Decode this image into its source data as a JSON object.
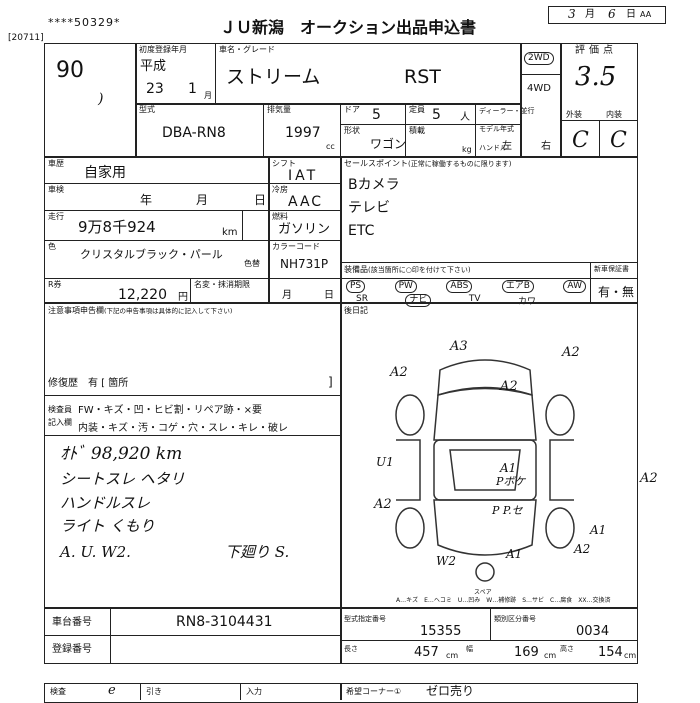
{
  "header": {
    "top_code": "****50329*",
    "title": "ＪＵ新潟　オークション出品申込書",
    "date_month": "3",
    "date_day": "6",
    "month_unit": "月",
    "day_unit": "日",
    "date_suffix": "AA",
    "form_code": "[20711]"
  },
  "lot": {
    "number": "90",
    "mark": ")"
  },
  "first_reg": {
    "label": "初度登録年月",
    "era": "平成",
    "year": "23",
    "month": "1",
    "month_unit": "月"
  },
  "car": {
    "name_label": "車名・グレード",
    "name": "ストリーム",
    "grade": "RST"
  },
  "drive": {
    "opt1": "2WD",
    "opt2": "4WD"
  },
  "score": {
    "label": "評価点",
    "value": "3.5",
    "ext_label": "外装",
    "int_label": "内装",
    "ext": "C",
    "int": "C"
  },
  "model": {
    "label": "型式",
    "value": "DBA-RN8"
  },
  "displacement": {
    "label": "排気量",
    "value": "1997",
    "unit": "cc"
  },
  "doors": {
    "label": "ドア",
    "value": "5"
  },
  "capacity": {
    "label": "定員",
    "value": "5",
    "unit": "人"
  },
  "dealer": {
    "label": "ディーラー・並行",
    "model_year_label": "モデル年式",
    "handle_label": "ハンドル",
    "handle_left": "左",
    "handle_right": "右"
  },
  "shape": {
    "label": "形状",
    "value": "ワゴン"
  },
  "weight": {
    "label": "積載",
    "unit": "kg"
  },
  "history": {
    "label": "車歴",
    "value": "自家用"
  },
  "shift": {
    "label": "シフト",
    "value": "IAT"
  },
  "inspection": {
    "label": "車検",
    "year_unit": "年",
    "month_unit": "月",
    "day_unit": "日"
  },
  "aircon": {
    "label": "冷房",
    "value": "AAC"
  },
  "mileage": {
    "label": "走行",
    "value": "9万8千924",
    "unit": "km"
  },
  "fuel": {
    "label": "燃料",
    "value": "ガソリン"
  },
  "color": {
    "label": "色",
    "value": "クリスタルブラック・パール",
    "paint_label": "色替",
    "code_label": "カラーコード",
    "code": "NH731P"
  },
  "sales_point": {
    "label": "セールスポイント",
    "note": "(正常に稼働するものに限ります)",
    "lines": [
      "Bカメラ",
      "テレビ",
      "ETC"
    ]
  },
  "rtax": {
    "label": "R券",
    "value": "12,220",
    "unit": "円"
  },
  "name_change": {
    "label": "名変・抹消期限",
    "month": "月",
    "day": "日"
  },
  "equipment": {
    "label": "装備品",
    "note": "(該当箇所に○印を付けて下さい)",
    "items": [
      "PS",
      "PW",
      "ABS",
      "エアB",
      "AW",
      "SR",
      "ナビ",
      "TV",
      "カワ"
    ]
  },
  "new_warranty": {
    "label": "新車保証書",
    "yes": "有",
    "no": "無"
  },
  "notes_field": {
    "label": "注意事項申告欄",
    "note": "(下記の申告事項は具体的に記入して下さい)"
  },
  "rear_seat": {
    "label": "後日記"
  },
  "repair": {
    "label": "修復歴",
    "value": "有",
    "count_label": "箇所"
  },
  "check_rows": [
    {
      "label": "FW",
      "items": [
        "キズ",
        "凹",
        "ヒビ割",
        "リペア跡",
        "×要"
      ]
    },
    {
      "label": "内装",
      "items": [
        "キズ",
        "汚",
        "コゲ",
        "穴",
        "スレ",
        "キレ",
        "破レ"
      ]
    }
  ],
  "checker": {
    "label1": "検査員",
    "label2": "記入欄"
  },
  "handwritten": [
    "ｵﾄﾞ 98,920 km",
    "シートスレ ヘタリ",
    "ハンドルスレ",
    "ライト くもり",
    "A. U. W2.",
    "下廻り S."
  ],
  "diagram_marks": [
    "A3",
    "A2",
    "A2",
    "A2",
    "A2",
    "U1",
    "A1",
    "Pボケ",
    "A2",
    "P P.セ",
    "A1",
    "W2",
    "A1",
    "A2"
  ],
  "diagram": {
    "spare_label": "スペア"
  },
  "legend": "A…キズ　E…ヘコミ　U…凹み　W…補修跡　S…サビ　C…腐食　XX…交換済",
  "chassis": {
    "label": "車台番号",
    "value": "RN8-3104431"
  },
  "registration": {
    "label": "登録番号"
  },
  "type_no": {
    "label": "型式指定番号",
    "value": "15355"
  },
  "class_no": {
    "label": "類別区分番号",
    "value": "0034"
  },
  "dims": {
    "length_label": "長さ",
    "length": "457",
    "width_label": "幅",
    "width": "169",
    "height_label": "高さ",
    "height": "154",
    "unit": "cm"
  },
  "bottom": {
    "check_label": "検査",
    "check_mark": "e",
    "pull_label": "引き",
    "entry_label": "入力",
    "corner_label": "希望コーナー①",
    "corner_value": "ゼロ売り"
  }
}
